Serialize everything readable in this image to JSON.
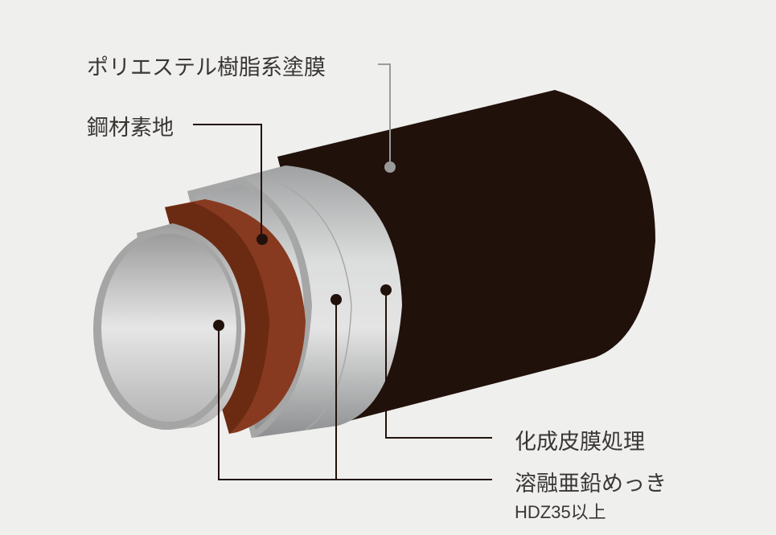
{
  "labels": {
    "polyester_coating": "ポリエステル樹脂系塗膜",
    "steel_base": "鋼材素地",
    "chemical_conversion": "化成皮膜処理",
    "hot_dip_galvanizing": "溶融亜鉛めっき",
    "galvanizing_spec": "HDZ35以上"
  },
  "colors": {
    "background": "#efefed",
    "coating": "#21110b",
    "steel_dark": "#6b2a12",
    "steel_light": "#873a1f",
    "leader_dark": "#21110b",
    "leader_gray": "#9a9a9a"
  }
}
